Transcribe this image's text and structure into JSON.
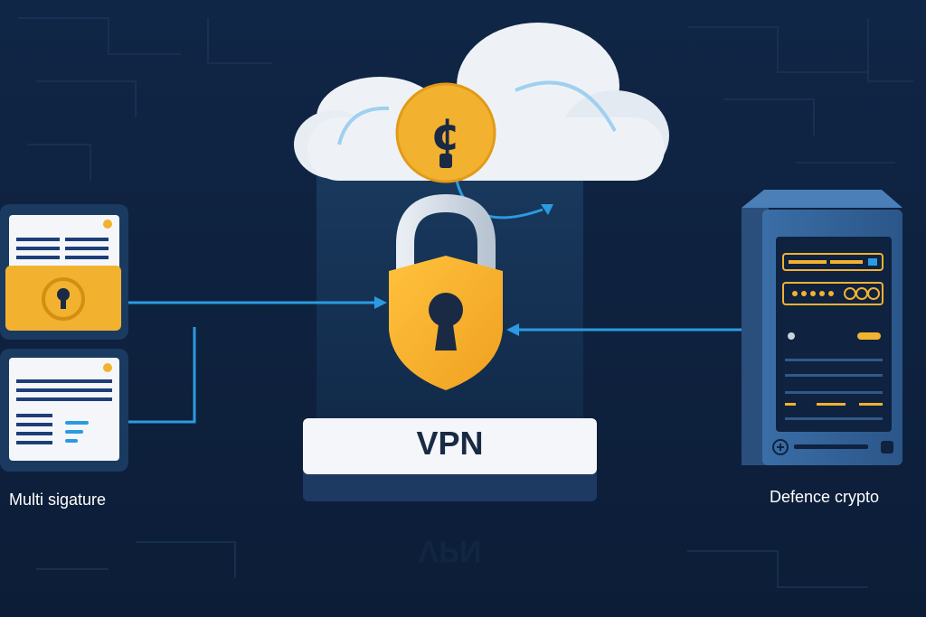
{
  "labels": {
    "left": "Multi sigature",
    "right": "Defence crypto",
    "vpn": "VPN",
    "vpn_reflection": "VPN"
  },
  "icons": {
    "cloud": "cloud-icon",
    "coin": "cent-coin-icon",
    "lock": "padlock-shield-icon",
    "document_locked": "locked-document-icon",
    "document": "document-icon",
    "server": "server-icon"
  },
  "colors": {
    "background": "#0f2240",
    "accent_blue": "#2a9be0",
    "accent_yellow": "#f2b230",
    "cloud": "#eef2f7",
    "panel": "#1a3a60"
  }
}
